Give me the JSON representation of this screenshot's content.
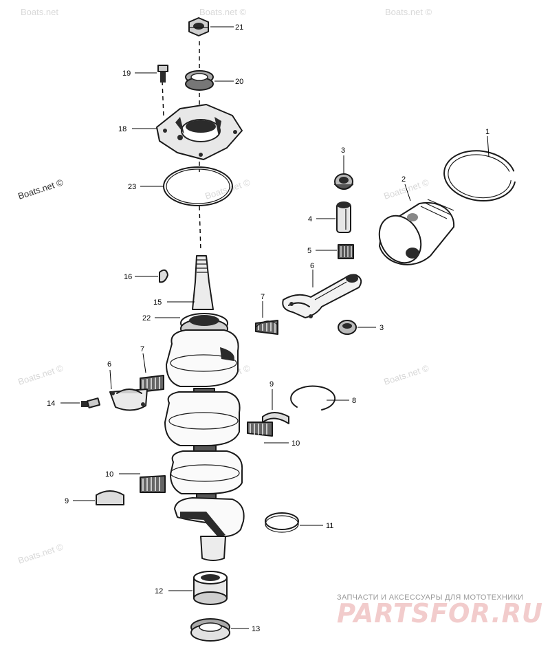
{
  "watermarks": [
    "Boats.net",
    "Boats.net ©",
    "Boats.net ©",
    "Boats.net ©",
    "Boats.net ©",
    "Boats.net ©",
    "Boats.net ©",
    "Boats.net ©",
    "Boats.net ©"
  ],
  "brand": {
    "subtitle": "ЗАПЧАСТИ И АКСЕССУАРЫ ДЛЯ МОТОТЕХНИКИ",
    "logo": "PARTSFOR.RU"
  },
  "callouts": [
    {
      "id": "21",
      "label": "21"
    },
    {
      "id": "19",
      "label": "19"
    },
    {
      "id": "20",
      "label": "20"
    },
    {
      "id": "18",
      "label": "18"
    },
    {
      "id": "1",
      "label": "1"
    },
    {
      "id": "3a",
      "label": "3"
    },
    {
      "id": "2",
      "label": "2"
    },
    {
      "id": "23",
      "label": "23"
    },
    {
      "id": "4",
      "label": "4"
    },
    {
      "id": "5",
      "label": "5"
    },
    {
      "id": "6a",
      "label": "6"
    },
    {
      "id": "16",
      "label": "16"
    },
    {
      "id": "7a",
      "label": "7"
    },
    {
      "id": "15",
      "label": "15"
    },
    {
      "id": "22",
      "label": "22"
    },
    {
      "id": "3b",
      "label": "3"
    },
    {
      "id": "7b",
      "label": "7"
    },
    {
      "id": "6b",
      "label": "6"
    },
    {
      "id": "9a",
      "label": "9"
    },
    {
      "id": "8",
      "label": "8"
    },
    {
      "id": "14",
      "label": "14"
    },
    {
      "id": "10a",
      "label": "10"
    },
    {
      "id": "10b",
      "label": "10"
    },
    {
      "id": "9b",
      "label": "9"
    },
    {
      "id": "11",
      "label": "11"
    },
    {
      "id": "12",
      "label": "12"
    },
    {
      "id": "13",
      "label": "13"
    }
  ]
}
